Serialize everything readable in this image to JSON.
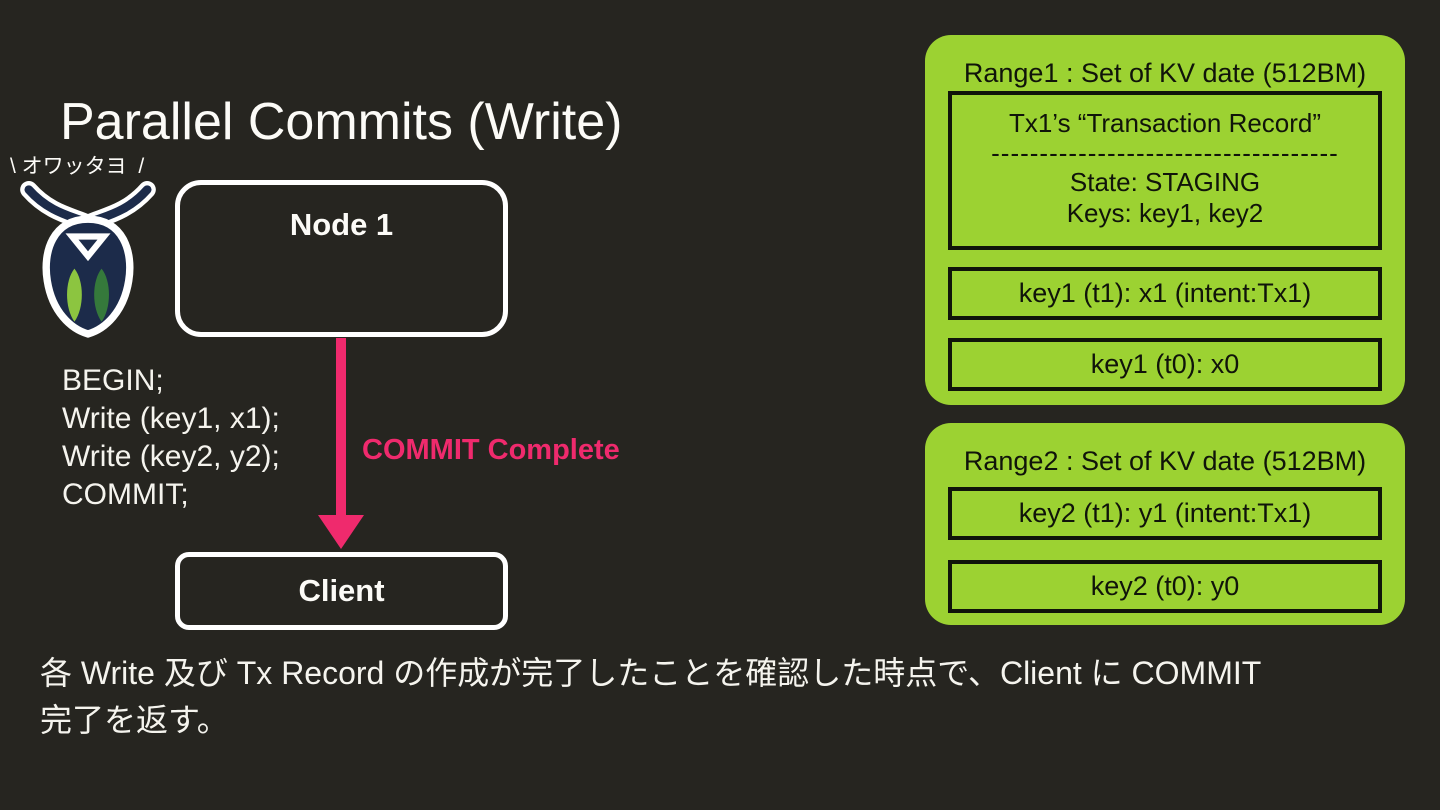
{
  "slide": {
    "title": "Parallel Commits (Write)",
    "mascot_caption": "\\ オワッタヨ  /",
    "node_label": "Node 1",
    "client_label": "Client",
    "arrow_label": "COMMIT Complete",
    "code_lines": [
      "BEGIN;",
      "Write (key1, x1);",
      "Write (key2, y2);",
      "COMMIT;"
    ],
    "footer_line1": "各 Write 及び Tx Record の作成が完了したことを確認した時点で、Client に COMMIT",
    "footer_line2": "完了を返す。"
  },
  "range1": {
    "title": "Range1 : Set of KV date (512BM)",
    "record_line1": "Tx1’s “Transaction Record”",
    "record_divider": "------------------------------------",
    "record_line2": "State: STAGING",
    "record_line3": "Keys: key1, key2",
    "row1": "key1 (t1): x1 (intent:Tx1)",
    "row2": "key1 (t0): x0"
  },
  "range2": {
    "title": "Range2 : Set of KV date (512BM)",
    "row1": "key2 (t1): y1 (intent:Tx1)",
    "row2": "key2 (t0): y0"
  },
  "icons": {
    "mascot": "cockroachdb-logo"
  },
  "colors": {
    "background": "#262520",
    "accent_pink": "#EF2A6D",
    "range_green": "#9CD232",
    "box_border_white": "#FFFFFF",
    "box_border_black": "#10140A",
    "logo_navy": "#1C2B4A",
    "logo_leaf_light": "#8CC540",
    "logo_leaf_dark": "#35793B"
  }
}
